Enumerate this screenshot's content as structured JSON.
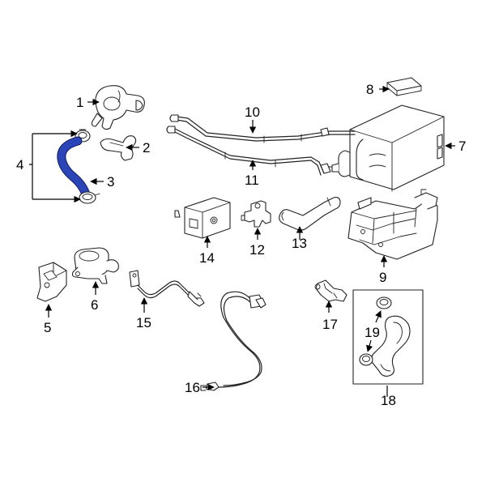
{
  "highlight_color": "#2b45b8",
  "callouts": {
    "c1": "1",
    "c2": "2",
    "c3": "3",
    "c4": "4",
    "c5": "5",
    "c6": "6",
    "c7": "7",
    "c8": "8",
    "c9": "9",
    "c10": "10",
    "c11": "11",
    "c12": "12",
    "c13": "13",
    "c14": "14",
    "c15": "15",
    "c16": "16",
    "c17": "17",
    "c18": "18",
    "c19": "19"
  }
}
